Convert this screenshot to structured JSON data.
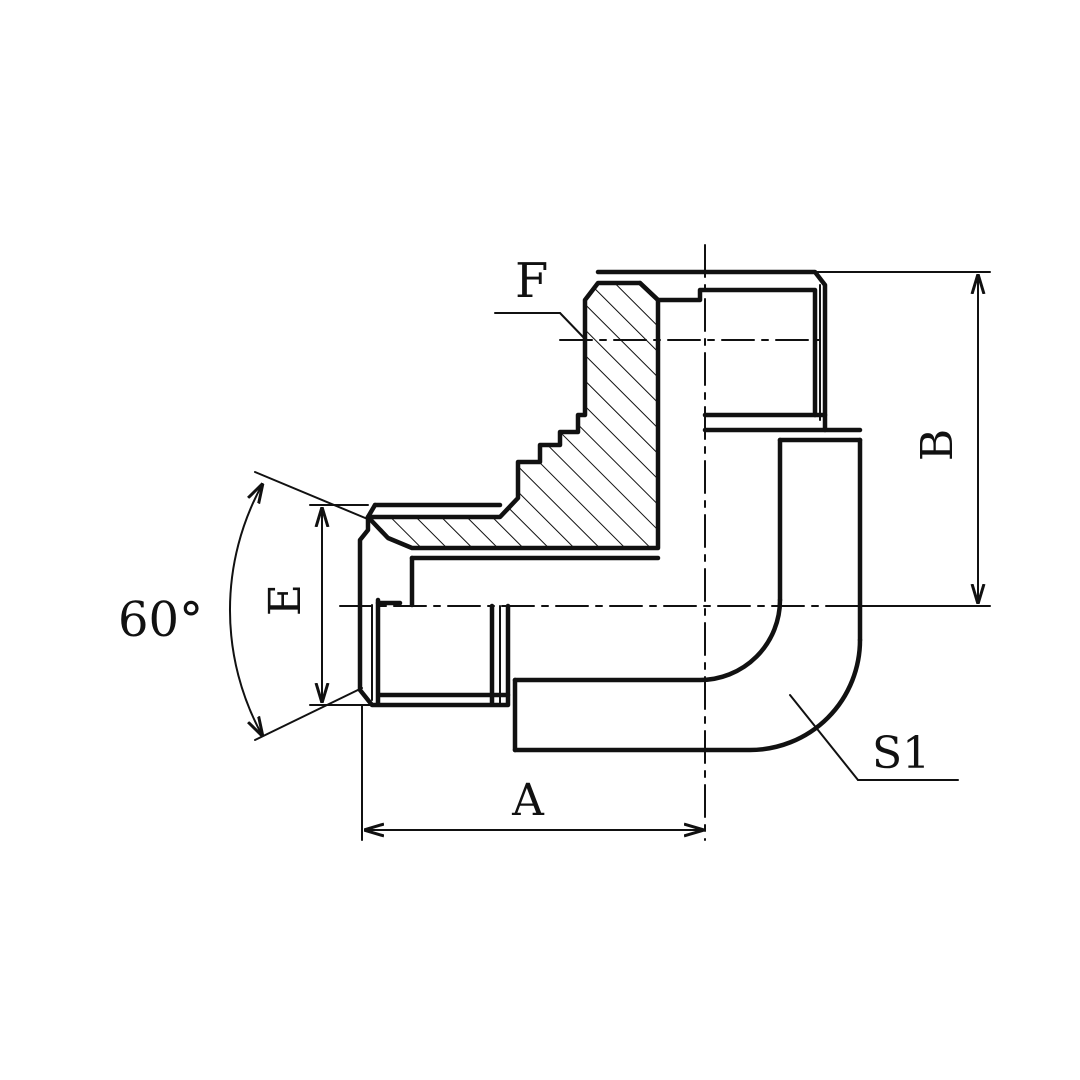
{
  "diagram": {
    "labels": {
      "angle": "60°",
      "e": "E",
      "f": "F",
      "a": "A",
      "b": "B",
      "s1": "S1"
    }
  }
}
